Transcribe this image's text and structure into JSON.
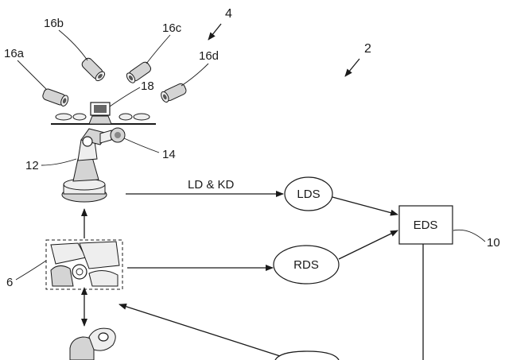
{
  "refs": {
    "r4": "4",
    "r2": "2",
    "r16a": "16a",
    "r16b": "16b",
    "r16c": "16c",
    "r16d": "16d",
    "r18": "18",
    "r14": "14",
    "r12": "12",
    "r6": "6",
    "r10": "10"
  },
  "nodes": {
    "lds": "LDS",
    "rds": "RDS",
    "eds": "EDS"
  },
  "edges": {
    "robot_to_lds": "LD & KD"
  }
}
